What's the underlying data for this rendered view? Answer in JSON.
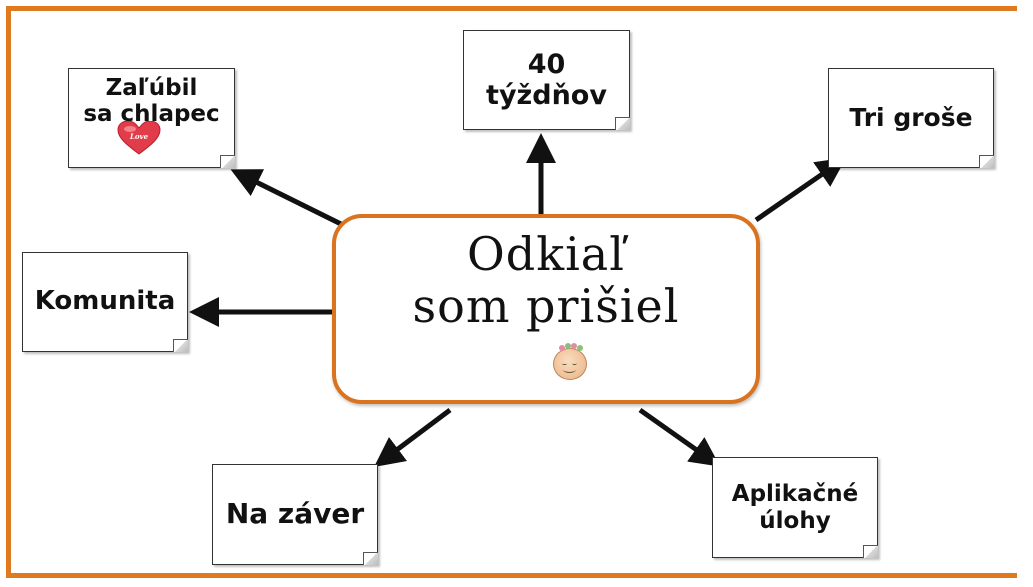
{
  "diagram": {
    "center": {
      "title": "Odkiaľ\nsom prišiel",
      "icon": "baby-face-icon"
    },
    "nodes": [
      {
        "id": "zalubil",
        "label": "Zaľúbil\nsa chlapec",
        "icon": "heart-icon",
        "icon_text": "Love"
      },
      {
        "id": "40tyzdnov",
        "label": "40\ntýždňov"
      },
      {
        "id": "trigrose",
        "label": "Tri groše"
      },
      {
        "id": "komunita",
        "label": "Komunita"
      },
      {
        "id": "nazaver",
        "label": "Na záver"
      },
      {
        "id": "aplikacne",
        "label": "Aplikačné\núlohy"
      }
    ],
    "colors": {
      "frame": "#e07a20",
      "center_border": "#d9731f",
      "arrow": "#111111",
      "heart": "#e23b4a"
    }
  }
}
